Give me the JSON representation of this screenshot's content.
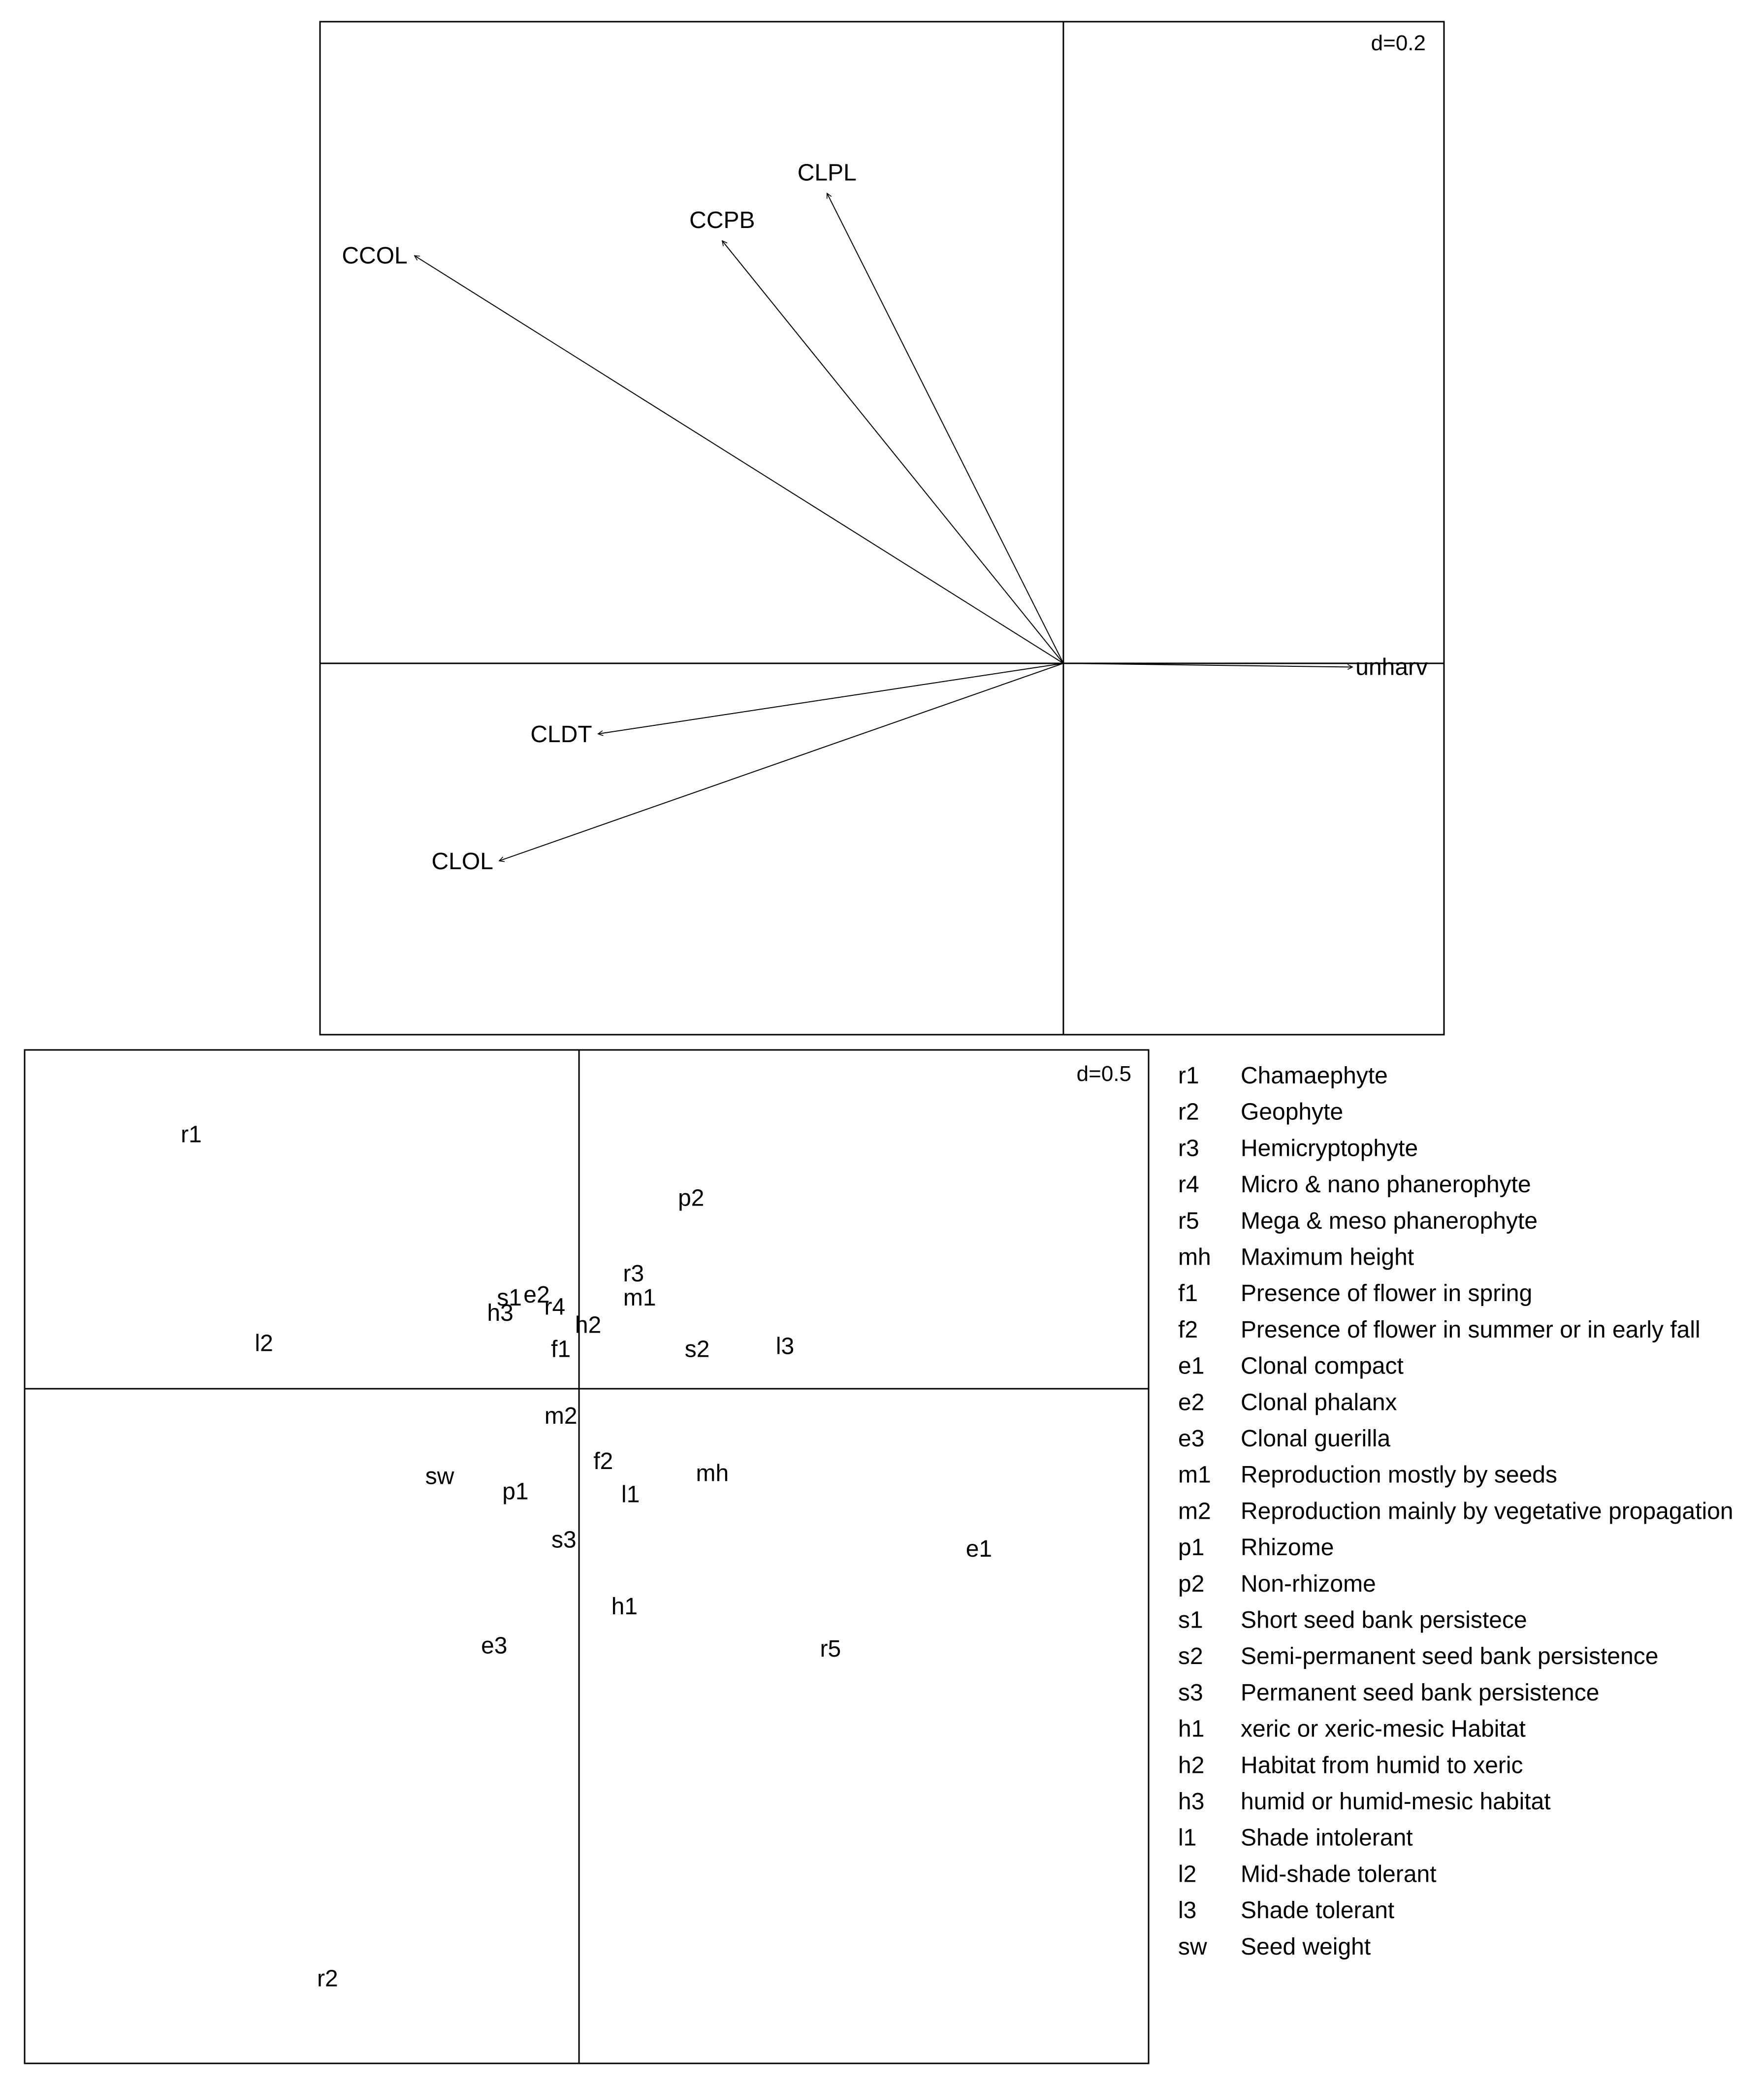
{
  "chart_data": [
    {
      "type": "scatter",
      "subtype": "biplot-arrows",
      "scale_label": "d=0.2",
      "grid": false,
      "axes_cross_at": [
        0,
        0
      ],
      "xlim": [
        -1.0,
        0.512
      ],
      "ylim": [
        -0.5,
        0.864
      ],
      "arrows": [
        {
          "label": "CCOL",
          "x": -0.873,
          "y": 0.549
        },
        {
          "label": "CCPB",
          "x": -0.459,
          "y": 0.569
        },
        {
          "label": "CLPL",
          "x": -0.318,
          "y": 0.633
        },
        {
          "label": "unharv",
          "x": 0.389,
          "y": -0.005
        },
        {
          "label": "CLDT",
          "x": -0.626,
          "y": -0.095
        },
        {
          "label": "CLOL",
          "x": -0.759,
          "y": -0.266
        }
      ]
    },
    {
      "type": "scatter",
      "scale_label": "d=0.5",
      "grid": false,
      "axes_cross_at": [
        0,
        0
      ],
      "xlim": [
        -1.83,
        1.88
      ],
      "ylim": [
        -2.23,
        1.12
      ],
      "points": [
        {
          "label": "r1",
          "x": -1.28,
          "y": 0.84
        },
        {
          "label": "r2",
          "x": -0.83,
          "y": -1.95
        },
        {
          "label": "r3",
          "x": 0.18,
          "y": 0.38
        },
        {
          "label": "r4",
          "x": -0.08,
          "y": 0.27
        },
        {
          "label": "r5",
          "x": 0.83,
          "y": -0.86
        },
        {
          "label": "mh",
          "x": 0.44,
          "y": -0.28
        },
        {
          "label": "f1",
          "x": -0.06,
          "y": 0.13
        },
        {
          "label": "f2",
          "x": 0.08,
          "y": -0.24
        },
        {
          "label": "e1",
          "x": 1.32,
          "y": -0.53
        },
        {
          "label": "e2",
          "x": -0.14,
          "y": 0.31
        },
        {
          "label": "e3",
          "x": -0.28,
          "y": -0.85
        },
        {
          "label": "m1",
          "x": 0.2,
          "y": 0.3
        },
        {
          "label": "m2",
          "x": -0.06,
          "y": -0.09
        },
        {
          "label": "p1",
          "x": -0.21,
          "y": -0.34
        },
        {
          "label": "p2",
          "x": 0.37,
          "y": 0.63
        },
        {
          "label": "s1",
          "x": -0.23,
          "y": 0.3
        },
        {
          "label": "s2",
          "x": 0.39,
          "y": 0.13
        },
        {
          "label": "s3",
          "x": -0.05,
          "y": -0.5
        },
        {
          "label": "h1",
          "x": 0.15,
          "y": -0.72
        },
        {
          "label": "h2",
          "x": 0.03,
          "y": 0.21
        },
        {
          "label": "h3",
          "x": -0.26,
          "y": 0.25
        },
        {
          "label": "l1",
          "x": 0.17,
          "y": -0.35
        },
        {
          "label": "l2",
          "x": -1.04,
          "y": 0.15
        },
        {
          "label": "l3",
          "x": 0.68,
          "y": 0.14
        },
        {
          "label": "sw",
          "x": -0.46,
          "y": -0.29
        }
      ],
      "legend_position": "right",
      "legend": [
        {
          "code": "r1",
          "text": "Chamaephyte"
        },
        {
          "code": "r2",
          "text": "Geophyte"
        },
        {
          "code": "r3",
          "text": "Hemicryptophyte"
        },
        {
          "code": "r4",
          "text": "Micro & nano phanerophyte"
        },
        {
          "code": "r5",
          "text": "Mega & meso phanerophyte"
        },
        {
          "code": "mh",
          "text": "Maximum height"
        },
        {
          "code": "f1",
          "text": "Presence of flower in spring"
        },
        {
          "code": "f2",
          "text": "Presence of flower in summer or in early fall"
        },
        {
          "code": "e1",
          "text": "Clonal compact"
        },
        {
          "code": "e2",
          "text": "Clonal phalanx"
        },
        {
          "code": "e3",
          "text": "Clonal guerilla"
        },
        {
          "code": "m1",
          "text": "Reproduction mostly by seeds"
        },
        {
          "code": "m2",
          "text": "Reproduction mainly by vegetative propagation"
        },
        {
          "code": "p1",
          "text": "Rhizome"
        },
        {
          "code": "p2",
          "text": "Non-rhizome"
        },
        {
          "code": "s1",
          "text": "Short seed bank persistece"
        },
        {
          "code": "s2",
          "text": "Semi-permanent seed bank persistence"
        },
        {
          "code": "s3",
          "text": "Permanent seed bank persistence"
        },
        {
          "code": "h1",
          "text": "xeric or xeric-mesic Habitat"
        },
        {
          "code": "h2",
          "text": "Habitat from humid to xeric"
        },
        {
          "code": "h3",
          "text": "humid or humid-mesic habitat"
        },
        {
          "code": "l1",
          "text": "Shade intolerant"
        },
        {
          "code": "l2",
          "text": "Mid-shade tolerant"
        },
        {
          "code": "l3",
          "text": "Shade tolerant"
        },
        {
          "code": "sw",
          "text": "Seed weight"
        }
      ]
    }
  ]
}
